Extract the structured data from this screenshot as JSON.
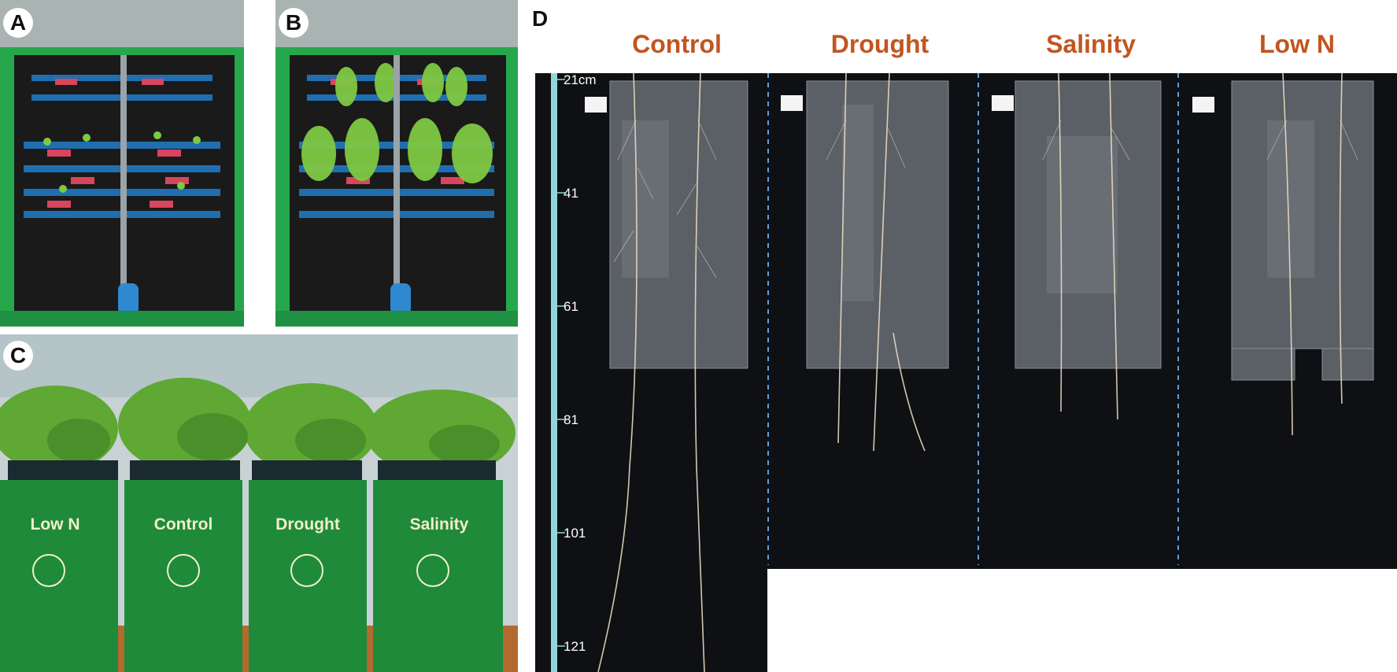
{
  "panels": {
    "a": {
      "letter": "A"
    },
    "b": {
      "letter": "B"
    },
    "c": {
      "letter": "C",
      "bins": [
        "Low N",
        "Control",
        "Drought",
        "Salinity"
      ]
    },
    "d": {
      "letter": "D",
      "conditions": [
        "Control",
        "Drought",
        "Salinity",
        "Low N"
      ],
      "ruler_labels": [
        "21cm",
        "41",
        "61",
        "81",
        "101",
        "121"
      ]
    }
  },
  "colors": {
    "title_accent": "#c2551f",
    "bin_green": "#1e8a3a",
    "ruler_cyan": "#8fd6d8",
    "divider_blue": "#5aa0e0"
  }
}
